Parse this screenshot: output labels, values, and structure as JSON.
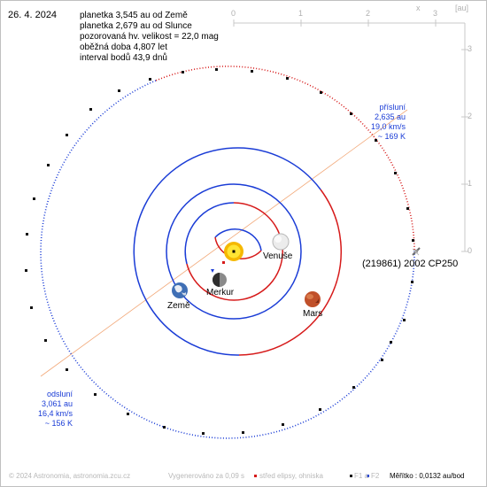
{
  "header": {
    "date": "26. 4. 2024",
    "lines": [
      "planetka 3,545 au od Země",
      "planetka 2,679 au od Slunce",
      "pozorovaná hv. velikost = 22,0 mag",
      "oběžná doba 4,807 let",
      "interval bodů 43,9 dnů"
    ]
  },
  "axes": {
    "top_ticks": [
      "0",
      "1",
      "2",
      "3"
    ],
    "top_axis_label": "x",
    "unit_label": "[au]",
    "right_ticks": [
      "3",
      "2",
      "1",
      "0"
    ]
  },
  "perihelion": {
    "title": "přísluní",
    "distance": "2,635 au",
    "speed": "19,0 km/s",
    "temperature": "~ 169 K"
  },
  "aphelion": {
    "title": "odsluní",
    "distance": "3,061 au",
    "speed": "16,4 km/s",
    "temperature": "~ 156 K"
  },
  "planets": {
    "venus": "Venuše",
    "mercury": "Merkur",
    "earth": "Země",
    "mars": "Mars"
  },
  "asteroid_label": "(219861) 2002 CP250",
  "footer": {
    "copyright": "© 2024 Astronomia, astronomia.zcu.cz",
    "generated": "Vygenerováno za 0,09 s",
    "legend_center": "střed elipsy, ohniska",
    "legend_foci": "F1 a",
    "legend_f2": "F2",
    "scale": "Měřítko : 0,0132 au/bod"
  },
  "colors": {
    "above_ecliptic": "#1a3cd6",
    "below_ecliptic": "#d61a1a",
    "apsis_line": "#f2a878",
    "scale_axis": "#c8c8c8"
  }
}
